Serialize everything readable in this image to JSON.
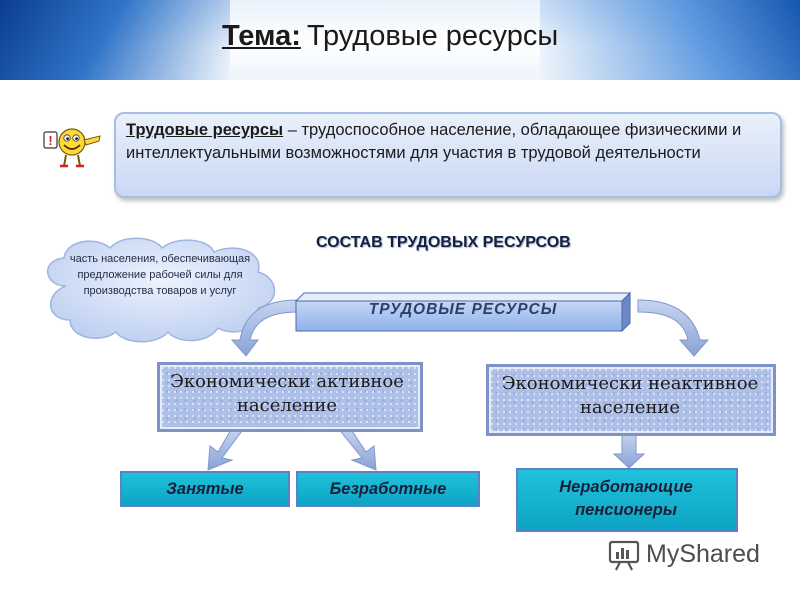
{
  "header": {
    "topic_label": "Тема:",
    "topic_value": "Трудовые ресурсы"
  },
  "definition": {
    "term": "Трудовые ресурсы",
    "rest": " – трудоспособное население, обладающее физическими и интеллектуальными возможностями для участия в трудовой деятельности",
    "icon": "smiley-exclamation-icon"
  },
  "diagram": {
    "section_title": "СОСТАВ ТРУДОВЫХ РЕСУРСОВ",
    "cloud_text": "часть населения, обеспечивающая предложение рабочей силы для производства товаров и услуг",
    "root": "ТРУДОВЫЕ РЕСУРСЫ",
    "active": "Экономически активное население",
    "inactive": "Экономически неактивное население",
    "employed": "Занятые",
    "unemployed": "Безработные",
    "pensioners": "Неработающие пенсионеры"
  },
  "watermark": {
    "text": "MyShared"
  },
  "colors": {
    "header_blue": "#1556b0",
    "box_blue": "#aebfe8",
    "cyan": "#14b4d2",
    "arrow": "#8aa2d4"
  }
}
